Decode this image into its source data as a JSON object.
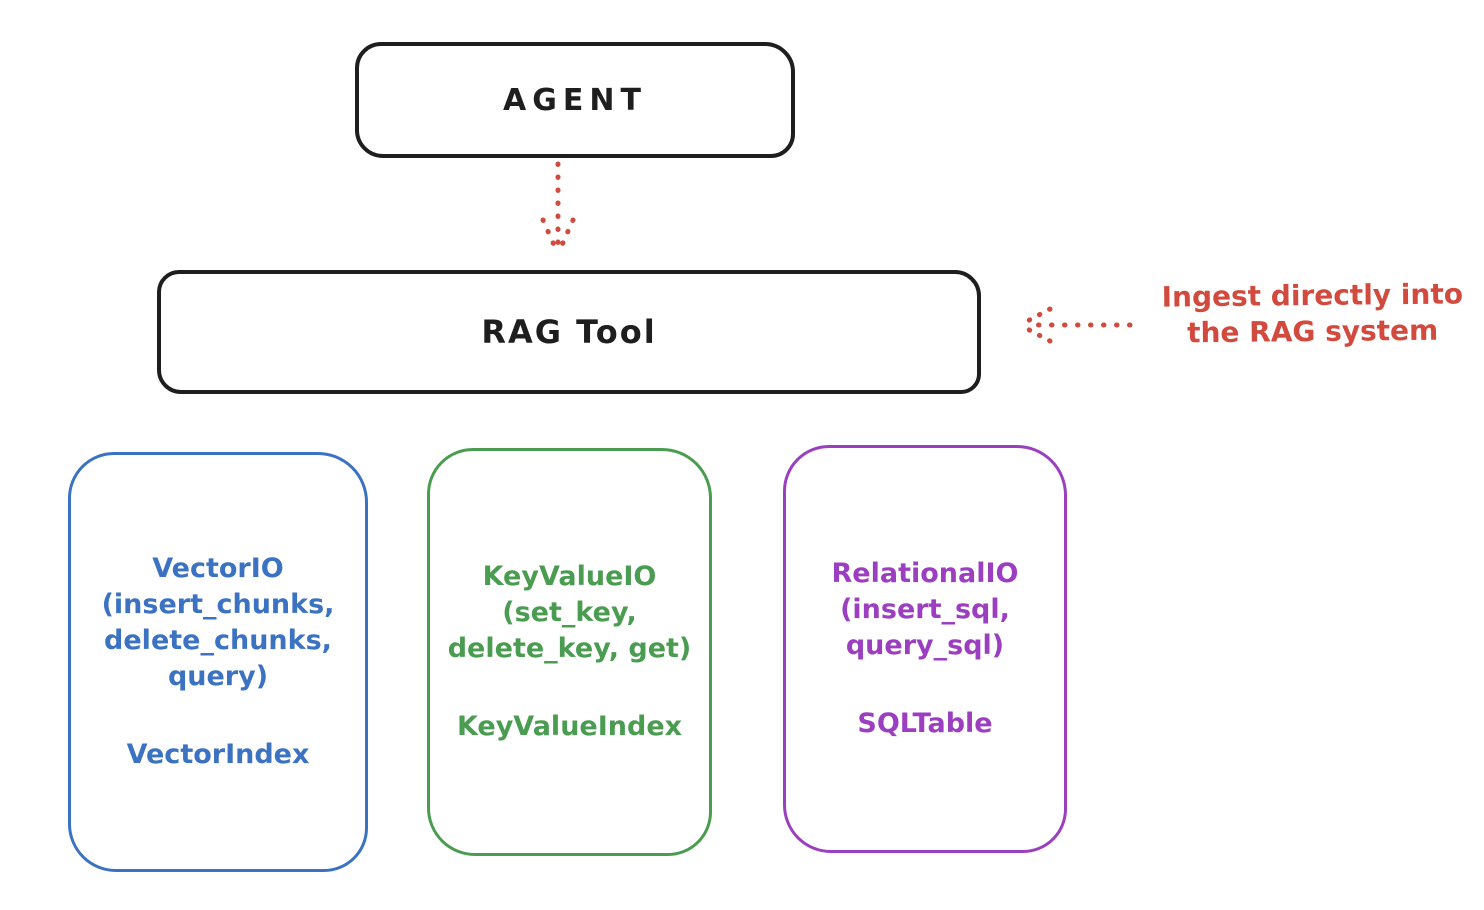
{
  "colors": {
    "background": "#ffffff",
    "stroke": "#1e1e1e",
    "red": "#d24a3e",
    "blue": "#3b72c2",
    "green": "#4a9c50",
    "purple": "#9b3fc0"
  },
  "agent": {
    "label": "AGENT"
  },
  "rag_tool": {
    "label": "RAG Tool"
  },
  "annotation": {
    "text": "Ingest directly into\nthe RAG system"
  },
  "arrows": {
    "agent_to_rag": "dotted arrow pointing down from AGENT to RAG Tool",
    "annotation_to_rag": "dotted arrow pointing left from annotation to RAG Tool"
  },
  "modules": [
    {
      "name": "vector-io",
      "interface": "VectorIO\n(insert_chunks,\ndelete_chunks,\nquery)",
      "index": "VectorIndex",
      "color": "#3b72c2"
    },
    {
      "name": "keyvalue-io",
      "interface": "KeyValueIO\n(set_key,\ndelete_key, get)",
      "index": "KeyValueIndex",
      "color": "#4a9c50"
    },
    {
      "name": "relational-io",
      "interface": "RelationalIO\n(insert_sql,\nquery_sql)",
      "index": "SQLTable",
      "color": "#9b3fc0"
    }
  ]
}
